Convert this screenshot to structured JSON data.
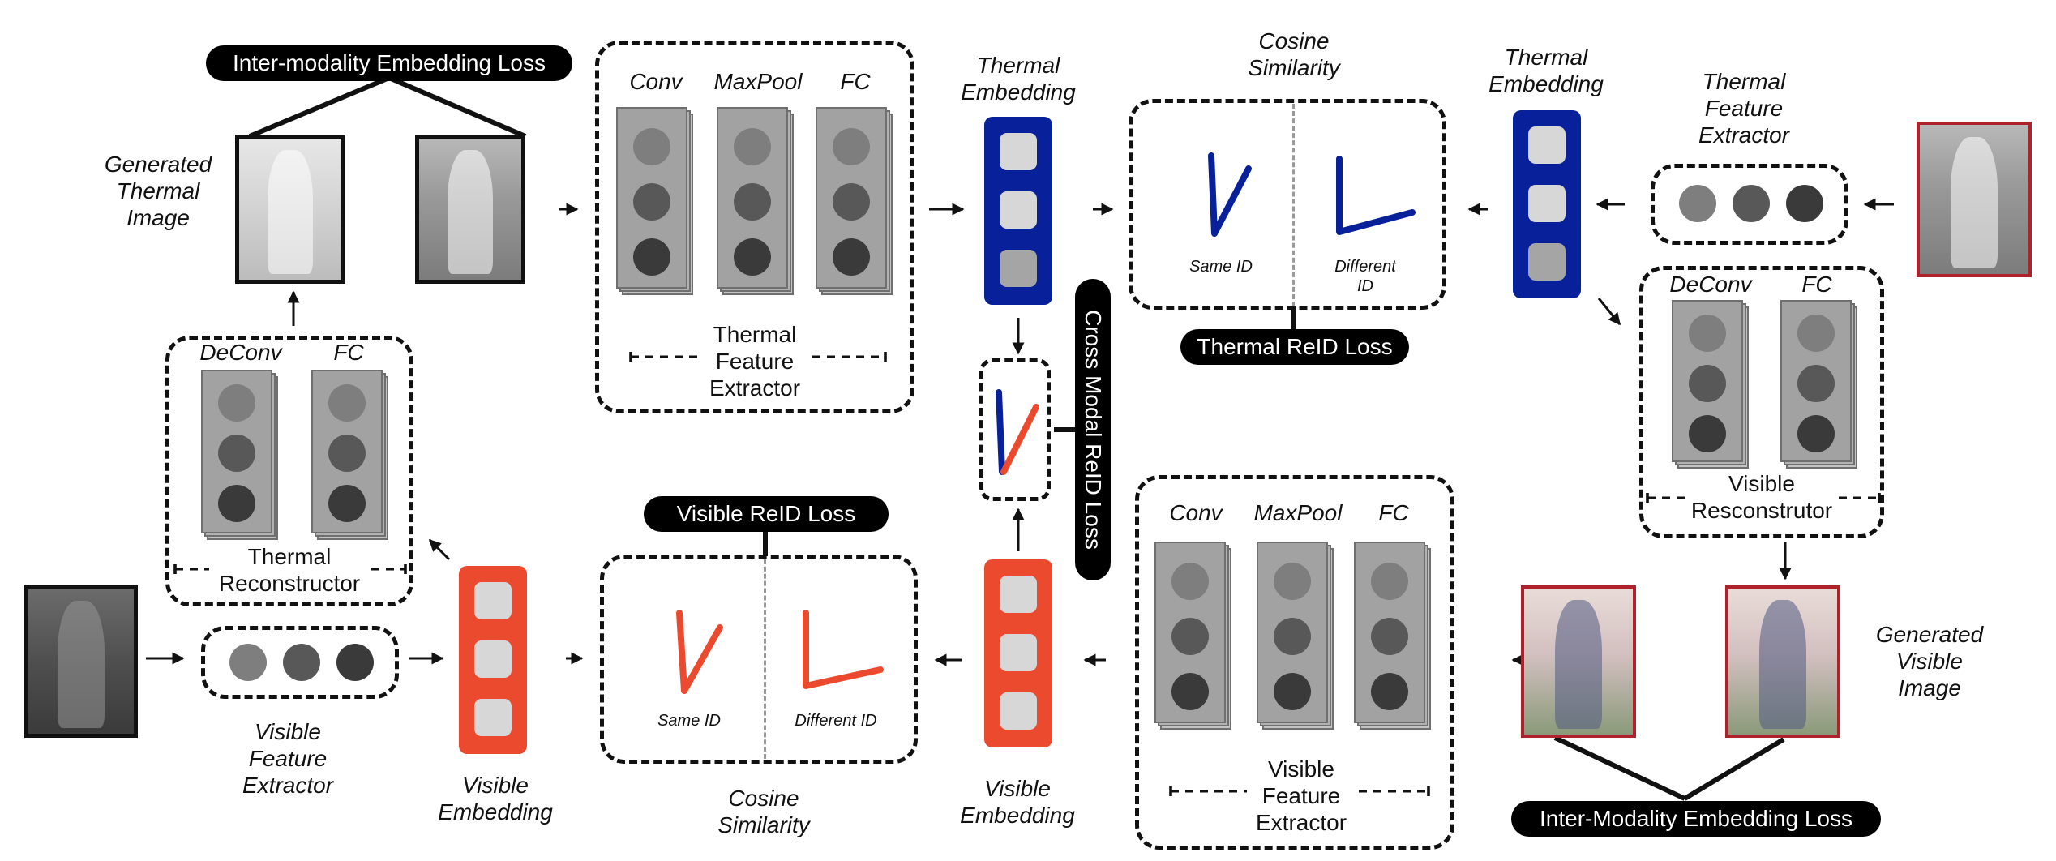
{
  "losses": {
    "inter_modality_top": "Inter-modality Embedding Loss",
    "inter_modality_bottom": "Inter-Modality Embedding Loss",
    "thermal_reid": "Thermal ReID Loss",
    "visible_reid": "Visible ReID Loss",
    "cross_modal_reid": "Cross Modal ReID Loss"
  },
  "labels": {
    "generated_thermal_image": "Generated Thermal Image",
    "generated_visible_image": "Generated Visible Image",
    "thermal_embedding": "Thermal Embedding",
    "visible_embedding": "Visible Embedding",
    "cosine_similarity": "Cosine Similarity",
    "thermal_feature_extractor": "Thermal Feature Extractor",
    "visible_feature_extractor": "Visible Feature Extractor",
    "thermal_reconstructor": "Thermal Reconstructor",
    "visible_reconstructor": "Visible Resconstrutor",
    "same_id": "Same ID",
    "different_id": "Different ID"
  },
  "layers": {
    "conv": "Conv",
    "maxpool": "MaxPool",
    "fc": "FC",
    "deconv": "DeConv"
  },
  "colors": {
    "thermal": "#08209a",
    "visible": "#ec4a2f",
    "visible_frame": "#b0222b"
  }
}
